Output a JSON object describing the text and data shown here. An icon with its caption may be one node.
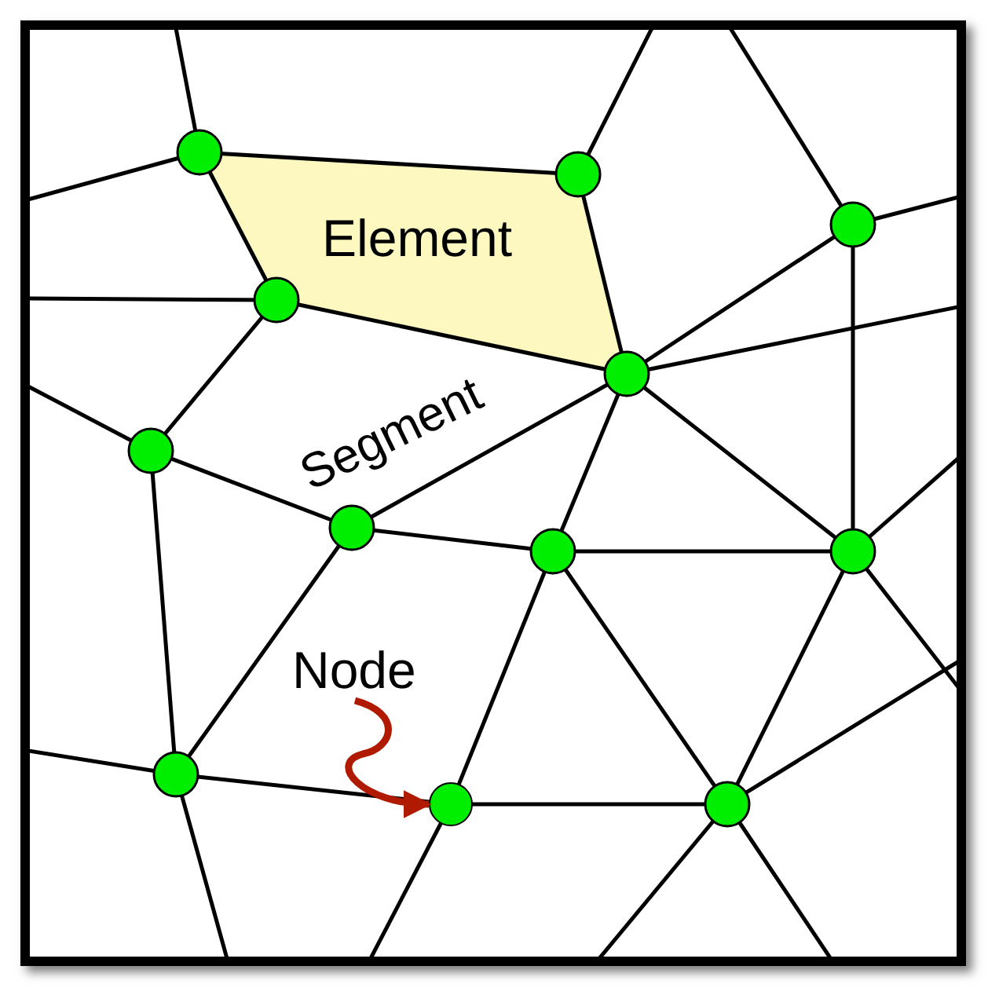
{
  "diagram": {
    "nodes": [
      {
        "text": [
          "Element"
        ]
      },
      {
        "text": [
          "Node"
        ]
      },
      {
        "text": [],
        "shape": "circle"
      }
    ],
    "edges": [
      {
        "from": 1,
        "to": 2,
        "arrow": "to"
      }
    ],
    "labels": [
      "Segment"
    ]
  }
}
